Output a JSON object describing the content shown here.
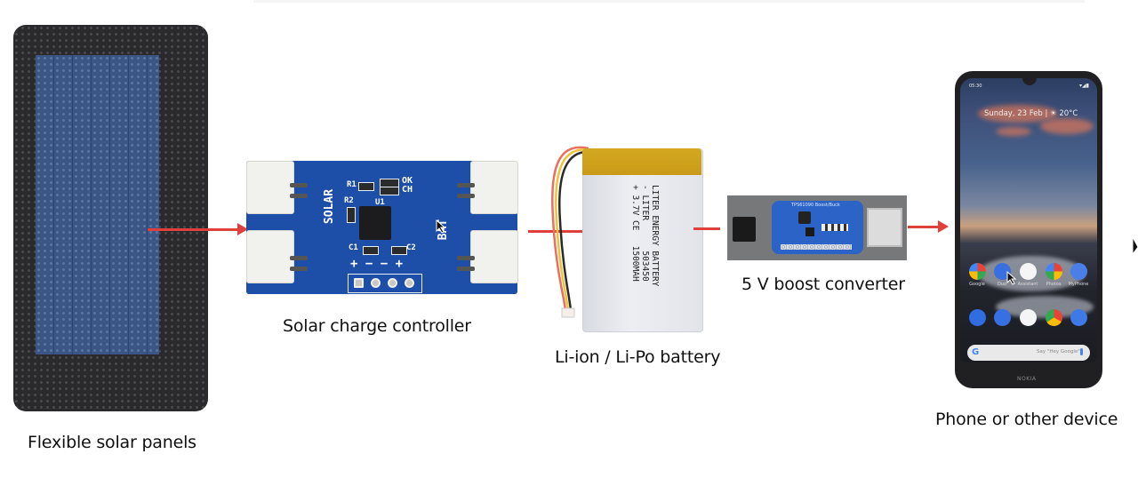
{
  "diagram": {
    "title": "Solar phone charging chain",
    "arrow_color": "#e0403b",
    "components": [
      {
        "id": "solar-panel",
        "label": "Flexible solar panels"
      },
      {
        "id": "charge-controller",
        "label": "Solar charge controller"
      },
      {
        "id": "battery",
        "label": "Li-ion / Li-Po battery"
      },
      {
        "id": "boost-converter",
        "label": "5 V boost converter"
      },
      {
        "id": "phone",
        "label": "Phone or other device"
      }
    ],
    "flow": [
      "solar-panel",
      "charge-controller",
      "battery",
      "boost-converter",
      "phone"
    ]
  },
  "controller_board": {
    "led_labels": [
      "OK",
      "CH"
    ],
    "resistor_labels": [
      "R1",
      "R2"
    ],
    "chip_label": "U1",
    "cap_labels": [
      "C1",
      "C2"
    ],
    "solar_label": "SOLAR",
    "bat_label": "BAT",
    "header_signs": "+ − − +"
  },
  "battery_label": {
    "lines": [
      "LITER ENERGY BATTERY",
      "- LITER      503450",
      "+ 3.7V CE   1500MAH"
    ]
  },
  "boost_board": {
    "title": "TPS61090 Boost/Buck"
  },
  "phone_screen": {
    "time": "05:30",
    "date_weather": "Sunday, 23 Feb | ☀ 20°C",
    "apps_row1": [
      "Google",
      "Duo",
      "Assistant",
      "Photos",
      "MyPhone"
    ],
    "search_hint": "Say \"Hey Google\"",
    "brand": "NOKIA"
  }
}
